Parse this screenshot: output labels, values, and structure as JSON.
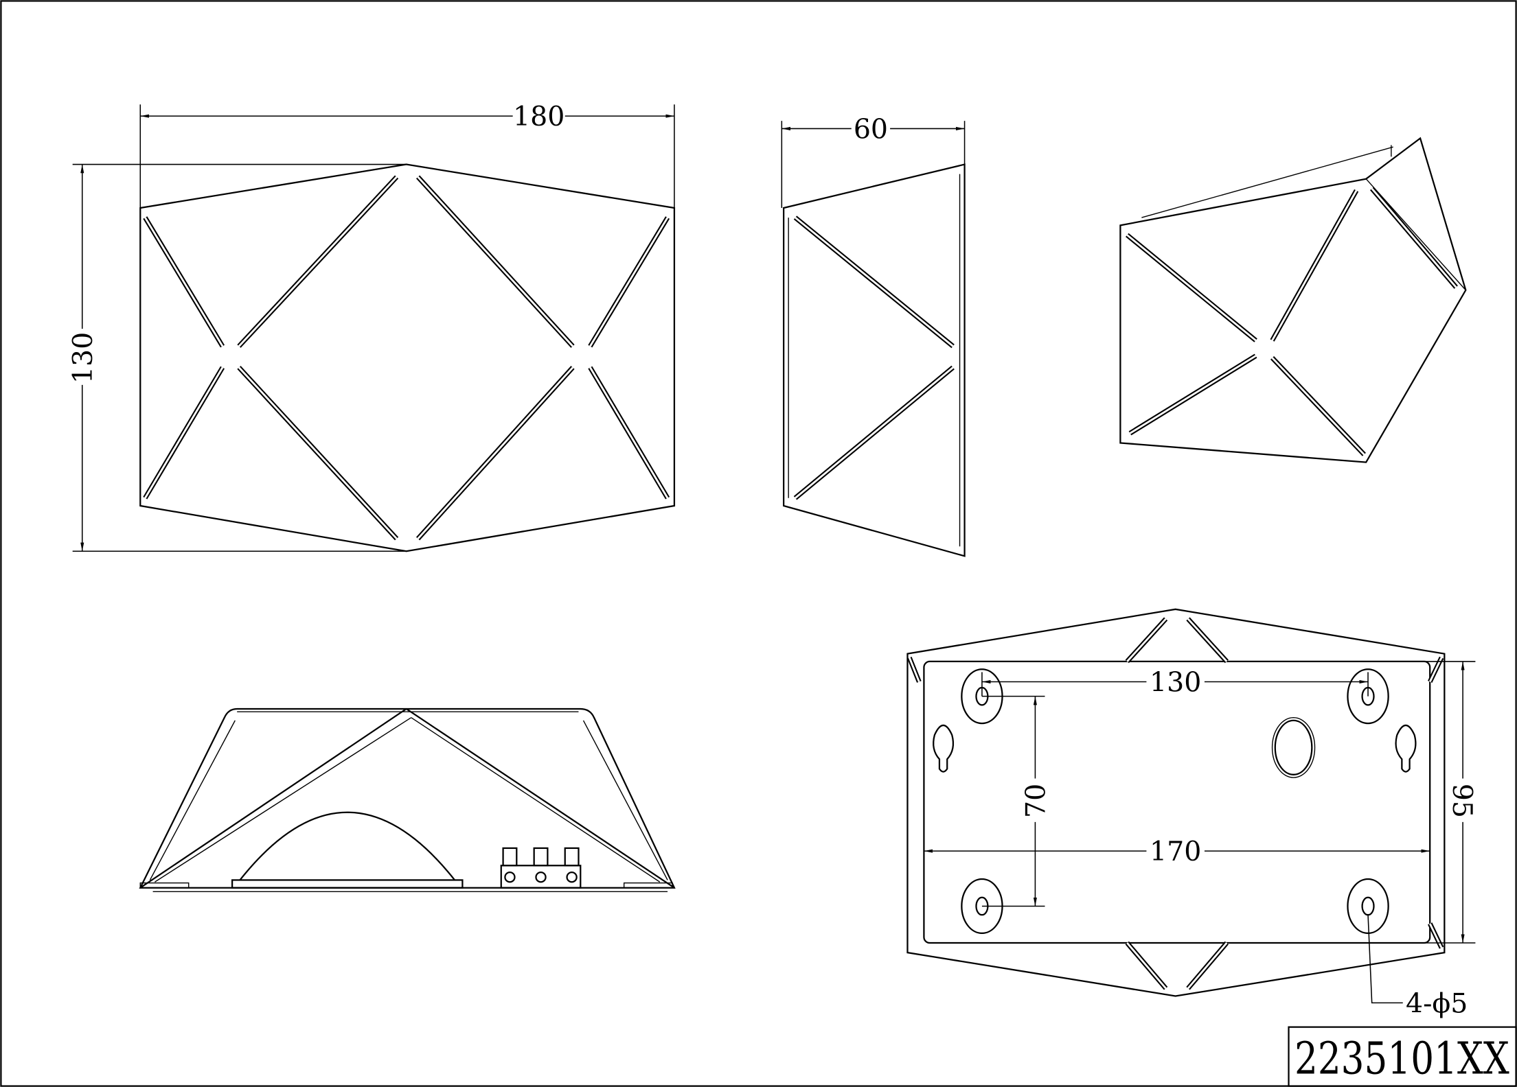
{
  "drawing": {
    "part_number": "2235101XX",
    "front_view": {
      "width_dim": "180",
      "height_dim": "130"
    },
    "side_view": {
      "depth_dim": "60"
    },
    "back_view": {
      "hole_spacing_h": "130",
      "hole_spacing_v": "70",
      "plate_width": "170",
      "plate_height": "95",
      "hole_callout": "4-ϕ5"
    }
  },
  "colors": {
    "line": "#000000",
    "background": "#ffffff"
  }
}
